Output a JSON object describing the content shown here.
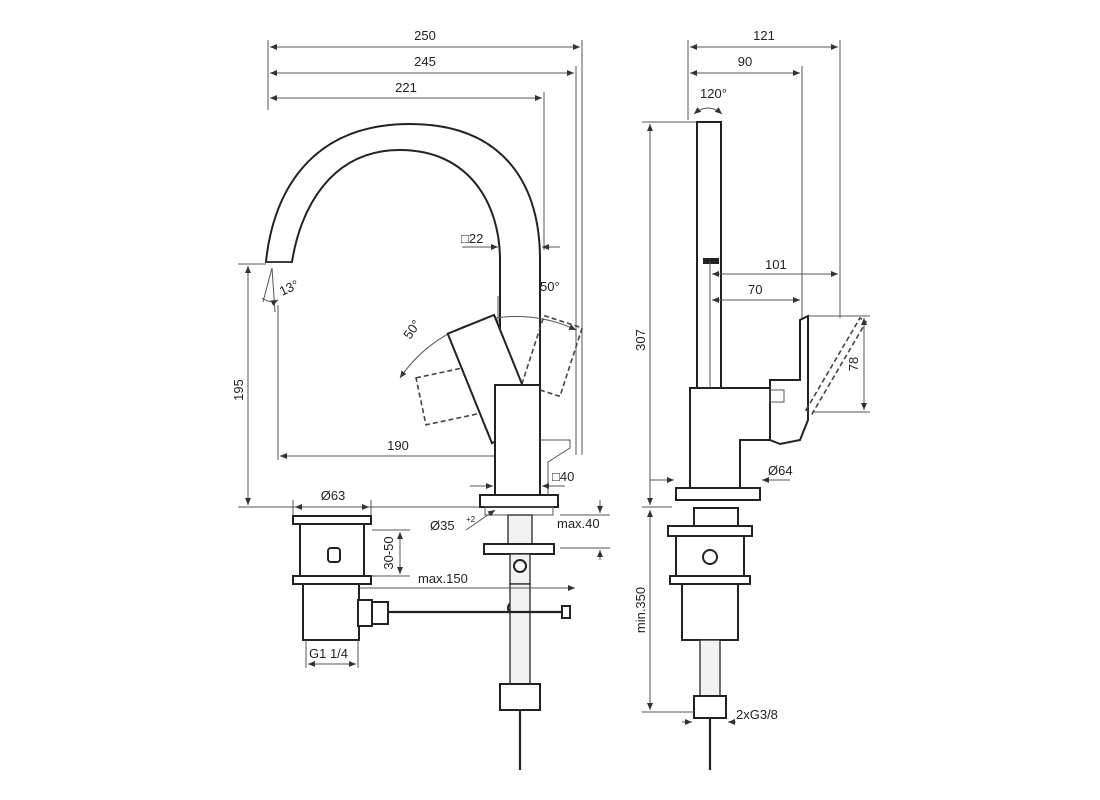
{
  "front_view": {
    "width_total": "250",
    "width_mid": "245",
    "spout_reach": "221",
    "spout_tube": "□22",
    "lever_angle_right": "50°",
    "lever_angle_left": "50°",
    "outlet_angle": "13°",
    "outlet_height": "195",
    "outlet_projection": "190",
    "body_size": "□40",
    "base_diameter": "Ø63",
    "hole_diameter": "Ø35",
    "hole_tolerance": "+2",
    "deck_thickness": "max.40",
    "waste_range": "30-50",
    "rod_length": "max.150",
    "waste_thread": "G1 1/4"
  },
  "side_view": {
    "depth_total": "121",
    "depth_mid": "90",
    "swivel_angle": "120°",
    "total_height": "307",
    "lever_reach_1": "101",
    "lever_reach_2": "70",
    "lever_height": "78",
    "base_diameter": "Ø64",
    "hose_length": "min.350",
    "connection": "2xG3/8"
  }
}
